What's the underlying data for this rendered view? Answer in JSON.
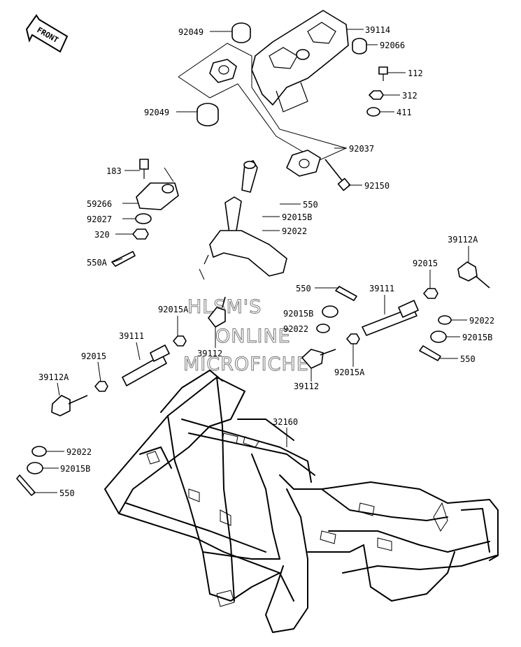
{
  "front_badge": {
    "label": "FRONT"
  },
  "watermark": {
    "line1": "HLSM'S",
    "line2": "ONLINE",
    "line3": "MICROFICHE"
  },
  "callouts": {
    "p92049_top": "92049",
    "p39114": "39114",
    "p92066": "92066",
    "p112": "112",
    "p312": "312",
    "p411": "411",
    "p92049_mid": "92049",
    "p92037": "92037",
    "p183": "183",
    "p92150": "92150",
    "p59266": "59266",
    "p550_top": "550",
    "p92027": "92027",
    "p92015B_top": "92015B",
    "p320": "320",
    "p92022_top": "92022",
    "p550A": "550A",
    "p39112A_right": "39112A",
    "p92015_right": "92015",
    "p550_mid": "550",
    "p39111_right": "39111",
    "p92015A_left": "92015A",
    "p92015B_mid": "92015B",
    "p92022_right": "92022",
    "p92022_mid": "92022",
    "p92015B_right": "92015B",
    "p39111_left": "39111",
    "p39112_left": "39112",
    "p550_right": "550",
    "p92015_left": "92015",
    "p92015A_right": "92015A",
    "p39112_right": "39112",
    "p39112A_left": "39112A",
    "p32160": "32160",
    "p92022_bottom": "92022",
    "p92015B_bottom": "92015B",
    "p550_bottom": "550"
  }
}
